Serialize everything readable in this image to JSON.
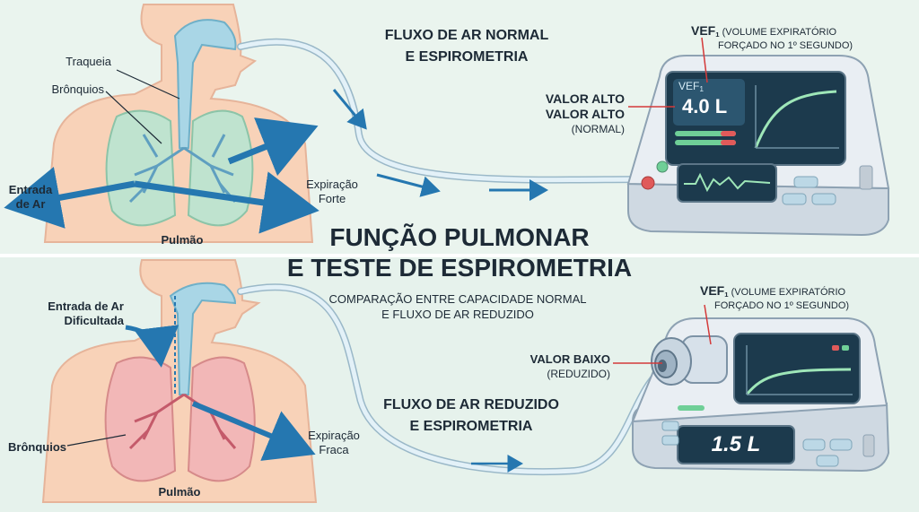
{
  "title_line1": "FUNÇÃO PULMONAR",
  "title_line2": "E TESTE DE ESPIROMETRIA",
  "subtitle_line1": "COMPARAÇÃO ENTRE CAPACIDADE NORMAL",
  "subtitle_line2": "E FLUXO DE AR REDUZIDO",
  "top": {
    "heading_line1": "FLUXO DE AR NORMAL",
    "heading_line2": "E ESPIROMETRIA",
    "labels": {
      "traqueia": "Traqueia",
      "bronquios": "Brônquios",
      "entrada_line1": "Entrada",
      "entrada_line2": "de Ar",
      "pulmao": "Pulmão",
      "expiracao_line1": "Expiração",
      "expiracao_line2": "Forte"
    },
    "vef_label": "VEF",
    "vef_sub": "1",
    "vef_desc_line1": "(VOLUME EXPIRATÓRIO",
    "vef_desc_line2": "FORÇADO NO 1º SEGUNDO)",
    "value_line1": "VALOR ALTO",
    "value_line2": "VALOR ALTO",
    "value_line3": "(NORMAL)",
    "screen_label": "VEF",
    "screen_sub": "1",
    "screen_value": "4.0 L"
  },
  "bottom": {
    "heading_line1": "FLUXO DE AR REDUZIDO",
    "heading_line2": "E ESPIROMETRIA",
    "labels": {
      "entrada_line1": "Entrada de Ar",
      "entrada_line2": "Dificultada",
      "bronquios": "Brônquios",
      "pulmao": "Pulmão",
      "expiracao_line1": "Expiração",
      "expiracao_line2": "Fraca"
    },
    "vef_label": "VEF",
    "vef_sub": "1",
    "vef_desc": "(VOLUME EXPIRATÓRIO",
    "vef_desc_line2": "FORÇADO NO 1º SEGUNDO)",
    "value_line1": "VALOR BAIXO",
    "value_line2": "(REDUZIDO)",
    "screen_value": "1.5 L"
  },
  "colors": {
    "skin": "#f8d2b8",
    "lung_normal": "#bfe3cf",
    "lung_reduced": "#f2b7b7",
    "airway": "#a9d6e6",
    "arrow": "#2577b0",
    "device_body": "#e9eef3",
    "screen": "#1c3a4d",
    "screen_curve": "#9ee6b8",
    "callout": "#d43a3a"
  }
}
